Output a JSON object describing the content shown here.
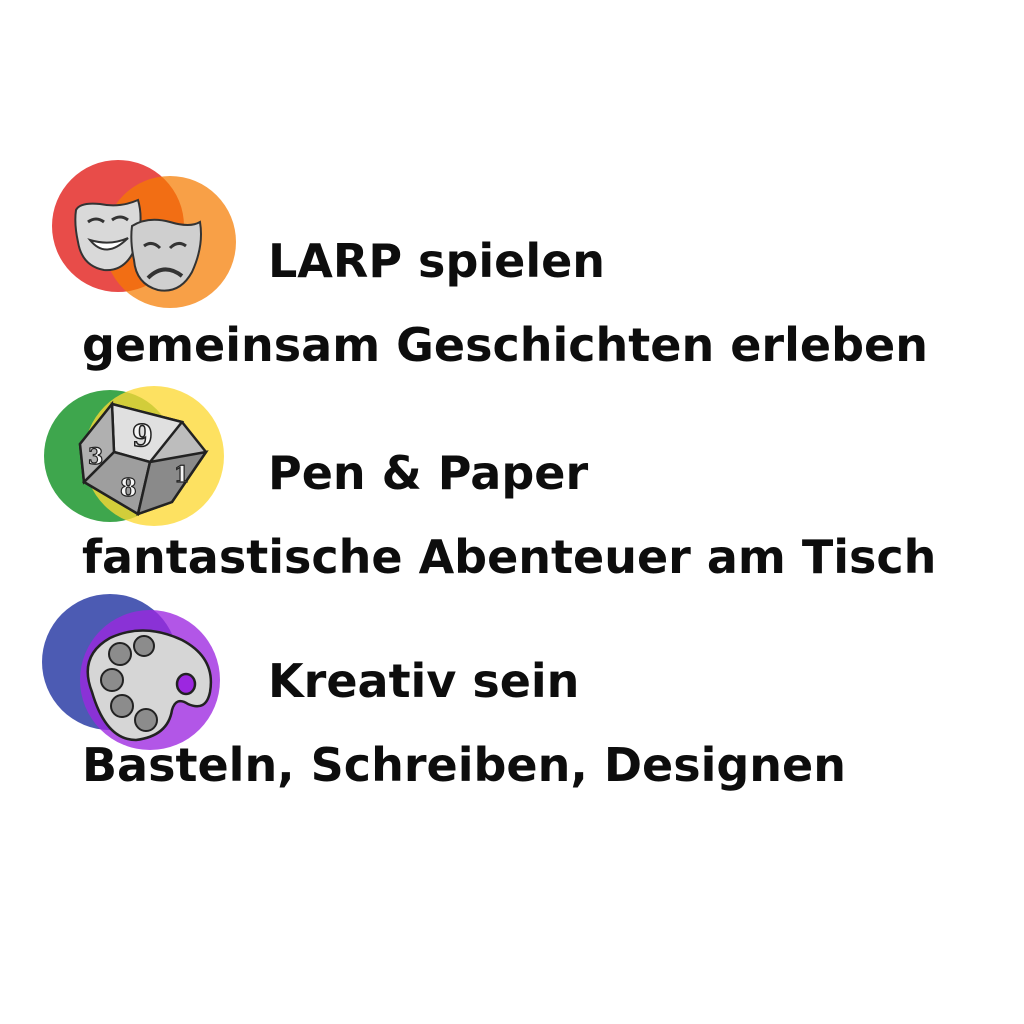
{
  "colors": {
    "text": "#0d0d0d",
    "background": "#ffffff",
    "larp_circle_1": "#e53935",
    "larp_circle_2": "#f57c00",
    "pnp_circle_1": "#2e9e3e",
    "pnp_circle_2": "#fdd835",
    "kreativ_circle_1": "#3949ab",
    "kreativ_circle_2": "#9c27e0"
  },
  "items": [
    {
      "icon": "theater-masks-icon",
      "title": "LARP spielen",
      "subtitle": "gemeinsam Geschichten erleben"
    },
    {
      "icon": "d10-dice-icon",
      "title": "Pen & Paper",
      "subtitle": "fantastische Abenteuer am Tisch"
    },
    {
      "icon": "paint-palette-icon",
      "title": "Kreativ sein",
      "subtitle": "Basteln, Schreiben, Designen"
    }
  ]
}
